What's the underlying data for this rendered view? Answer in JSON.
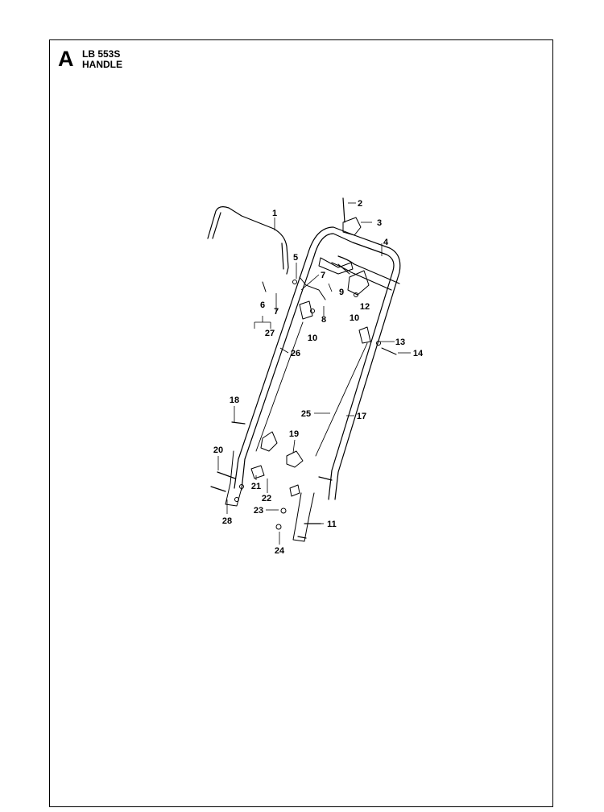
{
  "header": {
    "section_letter": "A",
    "model": "LB 553S",
    "part_name": "HANDLE"
  },
  "callouts": [
    "1",
    "2",
    "3",
    "4",
    "5",
    "6",
    "7",
    "7",
    "8",
    "9",
    "10",
    "10",
    "11",
    "12",
    "13",
    "14",
    "17",
    "18",
    "19",
    "20",
    "21",
    "22",
    "23",
    "24",
    "25",
    "26",
    "27",
    "28"
  ]
}
